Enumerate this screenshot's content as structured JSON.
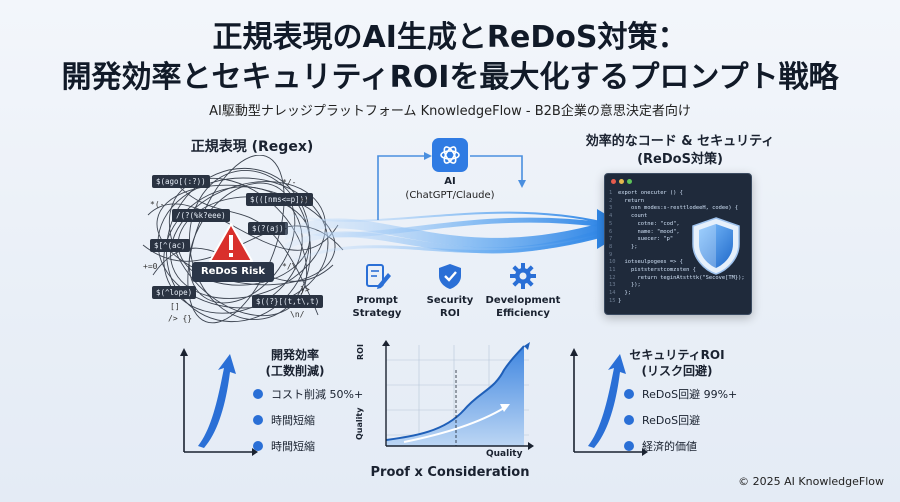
{
  "header": {
    "title_line1": "正規表現のAI生成とReDoS対策：",
    "title_line2": "開発効率とセキュリティROIを最大化するプロンプト戦略",
    "subtitle": "AI駆動型ナレッジプラットフォーム KnowledgeFlow - B2B企業の意思決定者向け"
  },
  "regex": {
    "label": "正規表現 (Regex)",
    "badge": "ReDoS Risk",
    "chips": [
      "$(ago[(:?))",
      "$(([nms<=p]))",
      "/(?(%k?eee)",
      "$(?(aj)",
      "$[^(ac)",
      "$((?}[(t,t\\,t)",
      "$(^lope)"
    ],
    "fragments": [
      "*/-",
      "+=0",
      "</.",
      "[]",
      "}>",
      "/> {}",
      "*/\\",
      "*(-",
      "\\n/"
    ]
  },
  "ai": {
    "label": "AI",
    "sub": "(ChatGPT/Claude)"
  },
  "features": [
    {
      "icon": "pencil-document-icon",
      "label1": "Prompt",
      "label2": "Strategy"
    },
    {
      "icon": "shield-check-icon",
      "label1": "Security",
      "label2": "ROI"
    },
    {
      "icon": "gear-icon",
      "label1": "Development",
      "label2": "Efficiency"
    }
  ],
  "output": {
    "label1": "効率的なコード & セキュリティ",
    "label2": "(ReDoS対策)",
    "code": [
      "export onecuter () {",
      "  return",
      "    osn modes:s-resttlodeeH, codee) {",
      "    count",
      "      cotne: \"cod\",",
      "      name: \"mood\",",
      "      suecer: \"p\"",
      "    };",
      "",
      "  iotseulpogees => {",
      "    piststerstcomzsten {",
      "      return teginAtstttk(\"Secove[TM});",
      "    });",
      "  };",
      "}"
    ]
  },
  "dev_efficiency": {
    "title1": "開発効率",
    "title2": "(工数削減)",
    "items": [
      "コスト削減 50%+",
      "時間短縮",
      "時間短縮"
    ]
  },
  "center_chart": {
    "ylabel": "ROI",
    "ylabel2": "Quality",
    "xlabel": "Quality",
    "caption": "Proof x Consideration"
  },
  "security_roi": {
    "title1": "セキュリティROI",
    "title2": "(リスク回避)",
    "items": [
      "ReDoS回避 99%+",
      "ReDoS回避",
      "経済的価値"
    ]
  },
  "footer": {
    "copyright": "© 2025 AI KnowledgeFlow"
  },
  "colors": {
    "accent_blue": "#2a6fd6",
    "warning_red": "#d9302c",
    "code_bg": "#1f2a3b"
  }
}
